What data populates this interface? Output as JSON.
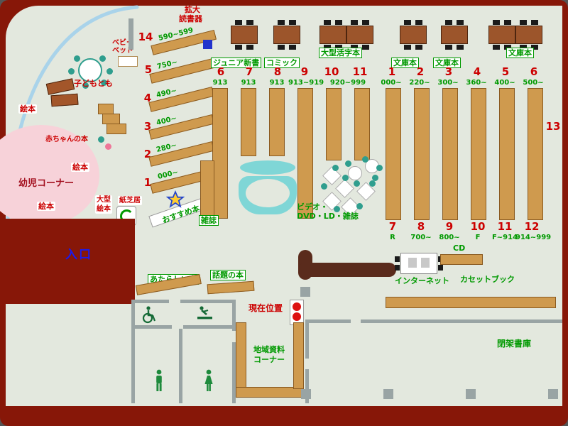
{
  "colors": {
    "frame": "#871708",
    "background": "#e3e8de",
    "shelf_tan": "#cf9a4e",
    "accent_green": "#009900",
    "accent_red": "#cc0000",
    "entrance_blue": "#1a1aee",
    "cyan_area": "#7fd6d6",
    "infant_pink": "#f7d2d9",
    "teal_seat": "#2f9e8e"
  },
  "magnifier": {
    "l1": "拡大",
    "l2": "読書器"
  },
  "categories": [
    "ジュニア新書",
    "コミック",
    "大型活字本",
    "文庫本",
    "文庫本",
    "文庫本"
  ],
  "diagonal": [
    {
      "num": "14",
      "range": "590~599"
    },
    {
      "num": "5",
      "range": "750~"
    },
    {
      "num": "4",
      "range": "490~"
    },
    {
      "num": "3",
      "range": "400~"
    },
    {
      "num": "2",
      "range": "280~"
    },
    {
      "num": "1",
      "range": "000~"
    }
  ],
  "top_a": [
    {
      "num": "6",
      "range": "913"
    },
    {
      "num": "7",
      "range": "913"
    },
    {
      "num": "8",
      "range": "913"
    },
    {
      "num": "9",
      "range": "913~919"
    },
    {
      "num": "10",
      "range": "920~999"
    },
    {
      "num": "11",
      "range": ""
    }
  ],
  "top_b": [
    {
      "num": "1",
      "range": "000~"
    },
    {
      "num": "2",
      "range": "220~"
    },
    {
      "num": "3",
      "range": "300~"
    },
    {
      "num": "4",
      "range": "360~"
    }
  ],
  "top_c": [
    {
      "num": "5",
      "range": "400~"
    },
    {
      "num": "6",
      "range": "500~"
    }
  ],
  "bottom_row": [
    {
      "num": "7",
      "range": "R"
    },
    {
      "num": "8",
      "range": "700~"
    },
    {
      "num": "9",
      "range": "800~"
    },
    {
      "num": "10",
      "range": "F"
    },
    {
      "num": "11",
      "range": "F~914"
    },
    {
      "num": "12",
      "range": "914~999"
    }
  ],
  "right_num": "13",
  "kids": {
    "baby_bed_l1": "ベビー",
    "baby_bed_l2": "ベッド",
    "kodomo": "子どもとも",
    "ehon": "絵本",
    "baby_books": "赤ちゃんの本",
    "infant_corner": "幼児コーナー",
    "large_l1": "大型",
    "large_l2": "絵本",
    "kamishibai": "紙芝居"
  },
  "labels": {
    "entrance": "入口",
    "recommended": "おすすめ本",
    "magazines": "雑誌",
    "video_l1": "ビデオ・",
    "video_l2": "DVD・LD・雑誌",
    "new_books": "あたらしい本",
    "topic_books": "話題の本",
    "current_location": "現在位置",
    "cd": "CD",
    "internet": "インターネット",
    "cassette": "カセットブック",
    "local_l1": "地域資料",
    "local_l2": "コーナー",
    "closed_stacks": "閉架書庫"
  }
}
